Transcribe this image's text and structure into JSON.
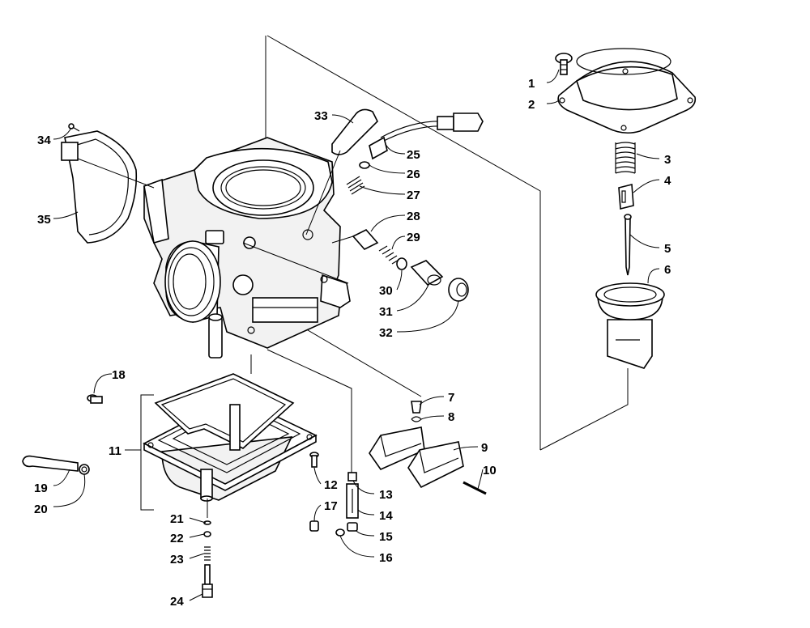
{
  "callouts": [
    {
      "n": "1"
    },
    {
      "n": "2"
    },
    {
      "n": "3"
    },
    {
      "n": "4"
    },
    {
      "n": "5"
    },
    {
      "n": "6"
    },
    {
      "n": "7"
    },
    {
      "n": "8"
    },
    {
      "n": "9"
    },
    {
      "n": "10"
    },
    {
      "n": "11"
    },
    {
      "n": "12"
    },
    {
      "n": "13"
    },
    {
      "n": "14"
    },
    {
      "n": "15"
    },
    {
      "n": "16"
    },
    {
      "n": "17"
    },
    {
      "n": "18"
    },
    {
      "n": "19"
    },
    {
      "n": "20"
    },
    {
      "n": "21"
    },
    {
      "n": "22"
    },
    {
      "n": "23"
    },
    {
      "n": "24"
    },
    {
      "n": "25"
    },
    {
      "n": "26"
    },
    {
      "n": "27"
    },
    {
      "n": "28"
    },
    {
      "n": "29"
    },
    {
      "n": "30"
    },
    {
      "n": "31"
    },
    {
      "n": "32"
    },
    {
      "n": "33"
    },
    {
      "n": "34"
    },
    {
      "n": "35"
    }
  ]
}
